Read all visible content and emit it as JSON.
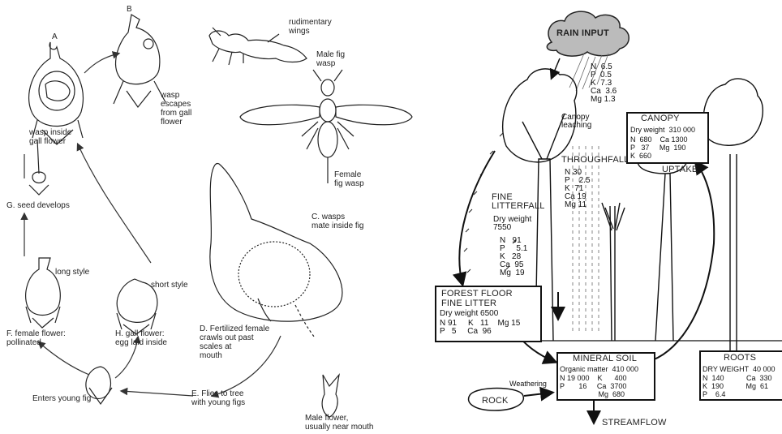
{
  "fig_life_cycle": {
    "label_a": "A",
    "label_b": "B",
    "rudimentary_wings": "rudimentary\nwings",
    "male_fig_wasp": "Male fig\nwasp",
    "wasp_escapes": "wasp\nescapes\nfrom gall\nflower",
    "wasp_inside_gall": "wasp inside\ngall flower",
    "female_fig_wasp": "Female\nfig wasp",
    "seed_develops": "G. seed develops",
    "wasps_mate": "C. wasps\nmate inside fig",
    "long_style": "long style",
    "short_style": "short style",
    "female_flower": "F. female flower:\npollinated",
    "gall_flower": "H. gall flower:\negg laid inside",
    "fertilized_female": "D. Fertilized female\ncrawls out past\nscales at\nmouth",
    "enters_young_fig": "Enters young fig",
    "flies_to_tree": "E. Flies to tree\nwith young figs",
    "male_flower": "Male flower,\nusually near mouth"
  },
  "nutrient_cycle": {
    "rain_input": {
      "title": "RAIN INPUT",
      "values": "N  6.5\nP  0.5\nK  7.3\nCa  3.6\nMg 1.3"
    },
    "canopy_leaching": "Canopy\nleaching",
    "throughfall": {
      "title": "THROUGHFALL",
      "values": "N 30\nP    2.5\nK  71\nCa 19\nMg 11"
    },
    "canopy": {
      "title": "CANOPY",
      "dry_weight": "Dry weight  310 000",
      "values": "N  680    Ca 1300\nP   37     Mg  190\nK  660"
    },
    "uptake": "UPTAKE",
    "fine_litterfall": {
      "title": "FINE\nLITTERFALL",
      "dry_weight": "Dry weight\n7550",
      "values": "N   91\nP     5.1\nK   28\nCa  95\nMg  19"
    },
    "forest_floor": {
      "title": "FOREST FLOOR\nFINE LITTER",
      "dry_weight": "Dry weight 6500",
      "values": "N 91     K   11    Mg 15\nP   5     Ca  96"
    },
    "mineral_soil": {
      "title": "MINERAL SOIL",
      "organic_matter": "Organic matter  410 000",
      "values": "N 19 000    K      400\nP       16     Ca  3700\n                   Mg  680"
    },
    "weathering": "Weathering",
    "rock": "ROCK",
    "streamflow": "STREAMFLOW",
    "roots": {
      "title": "ROOTS",
      "dry_weight": "DRY WEIGHT  40 000",
      "values": "N  140           Ca  330\nK  190           Mg  61\nP    6.4"
    }
  }
}
